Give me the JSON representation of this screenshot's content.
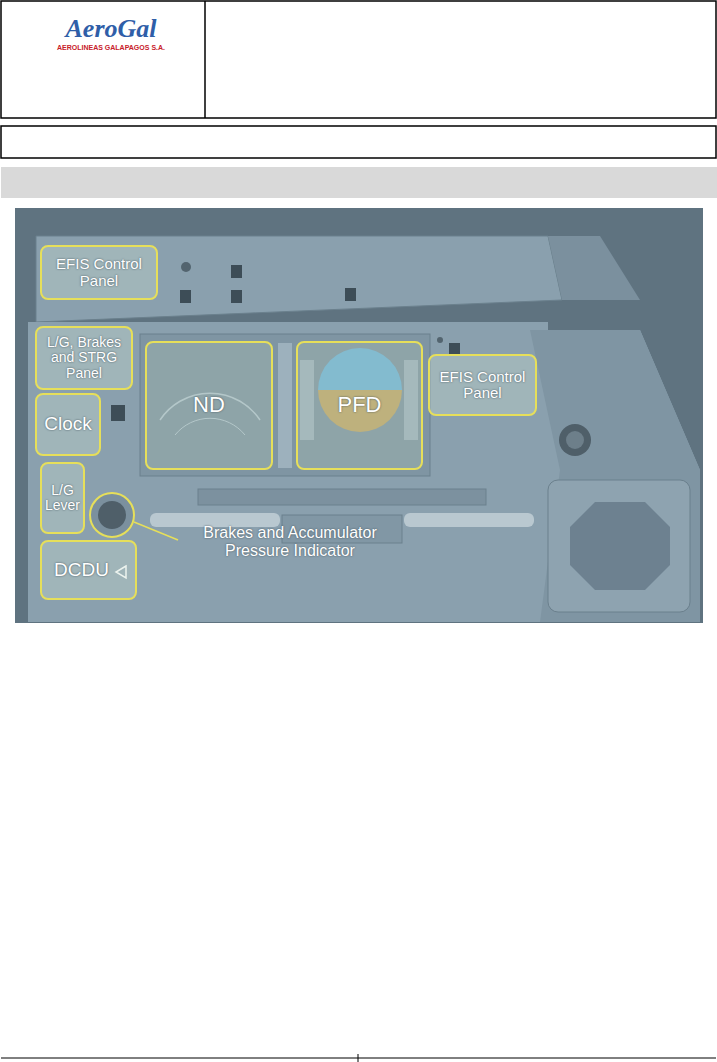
{
  "diagram": {
    "nodes": [
      {
        "text": [
          "AeroGal",
          "AEROLINEAS GALAPAGOS S.A."
        ]
      },
      {
        "text": [
          "EFIS Control Panel"
        ]
      },
      {
        "text": [
          "L/G, Brakes and STRG Panel"
        ]
      },
      {
        "text": [
          "Clock"
        ]
      },
      {
        "text": [
          "ND"
        ]
      },
      {
        "text": [
          "PFD"
        ]
      },
      {
        "text": [
          "EFIS Control Panel"
        ]
      },
      {
        "text": [
          "L/G Lever"
        ]
      },
      {
        "text": [
          "DCDU"
        ]
      }
    ],
    "labels": [
      "Brakes and Accumulator Pressure Indicator"
    ]
  }
}
